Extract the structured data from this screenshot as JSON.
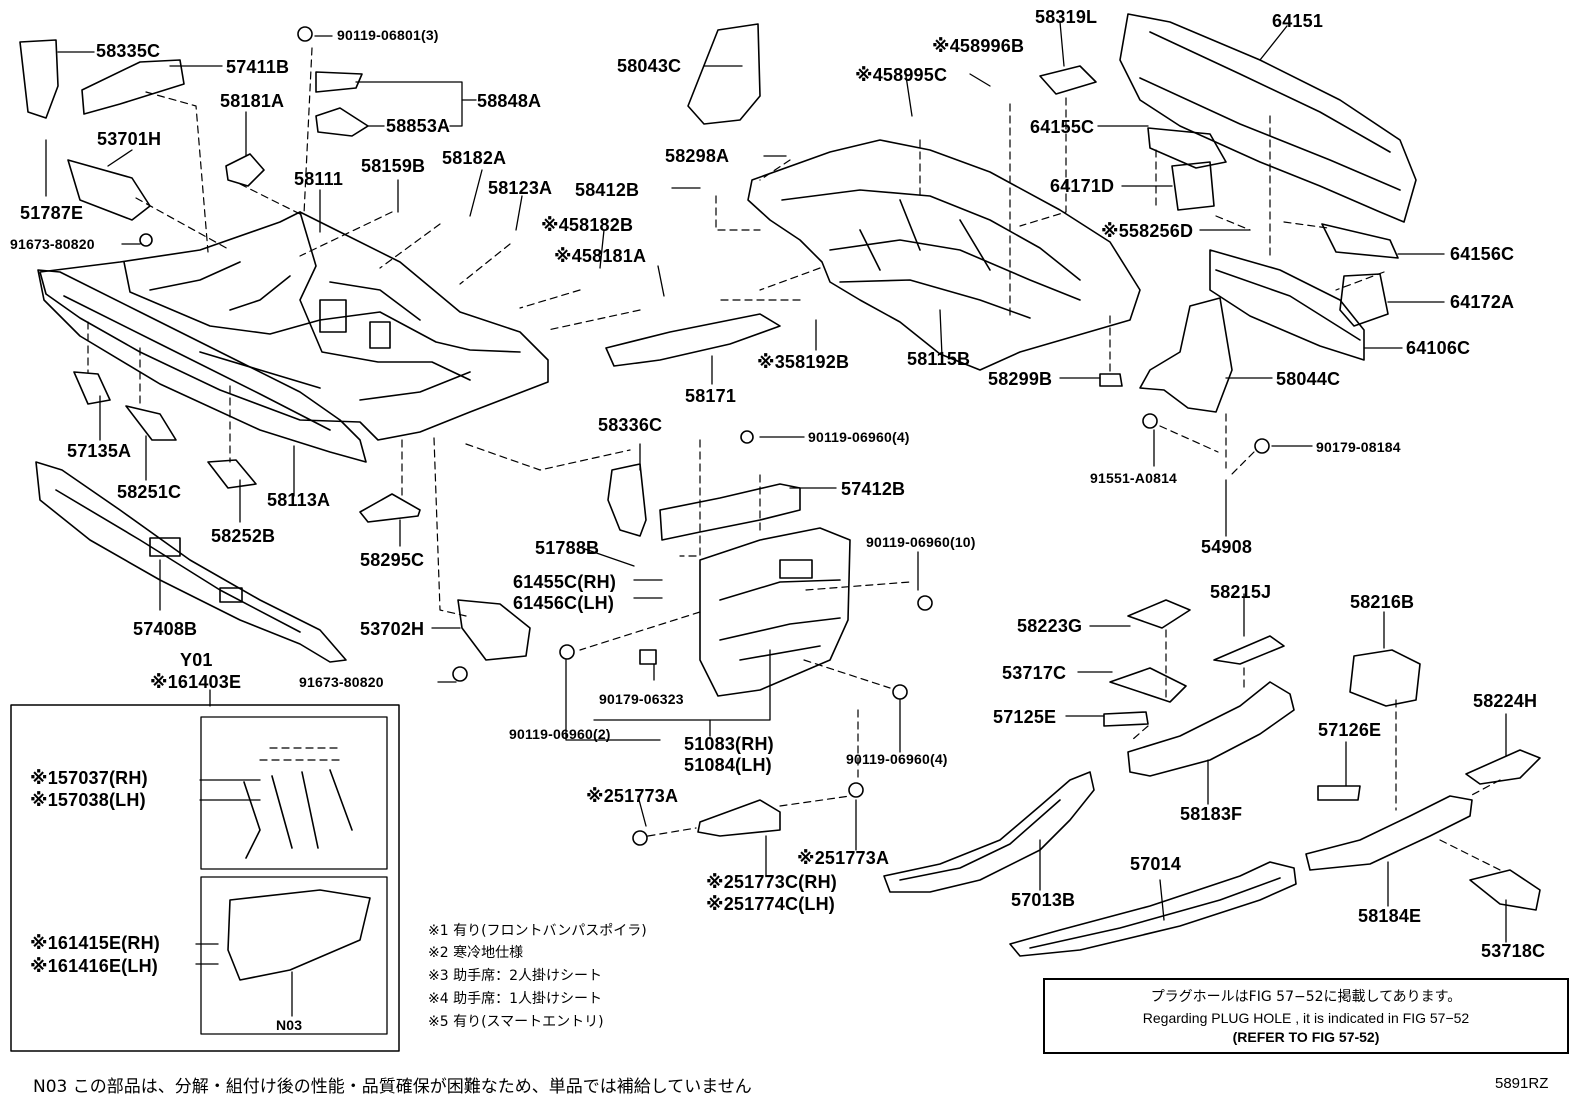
{
  "parts": [
    {
      "id": "p1",
      "text": "58335C"
    },
    {
      "id": "p2",
      "text": "57411B"
    },
    {
      "id": "p3",
      "text": "90119-06801(3)"
    },
    {
      "id": "p4",
      "text": "58043C"
    },
    {
      "id": "p5",
      "text": "58996B",
      "mark": "※4"
    },
    {
      "id": "p6",
      "text": "58319L"
    },
    {
      "id": "p7",
      "text": "64151"
    },
    {
      "id": "p8",
      "text": "58848A"
    },
    {
      "id": "p9",
      "text": "58181A"
    },
    {
      "id": "p10",
      "text": "58995C",
      "mark": "※4"
    },
    {
      "id": "p11",
      "text": "58853A"
    },
    {
      "id": "p12",
      "text": "53701H"
    },
    {
      "id": "p13",
      "text": "64155C"
    },
    {
      "id": "p14",
      "text": "58298A"
    },
    {
      "id": "p15",
      "text": "58159B"
    },
    {
      "id": "p16",
      "text": "58182A"
    },
    {
      "id": "p17",
      "text": "58111"
    },
    {
      "id": "p18",
      "text": "58123A"
    },
    {
      "id": "p19",
      "text": "58412B"
    },
    {
      "id": "p20",
      "text": "64171D"
    },
    {
      "id": "p21",
      "text": "51787E"
    },
    {
      "id": "p22",
      "text": "58182B",
      "mark": "※4"
    },
    {
      "id": "p23",
      "text": "58256D",
      "mark": "※5"
    },
    {
      "id": "p24",
      "text": "91673-80820"
    },
    {
      "id": "p25",
      "text": "58181A",
      "mark": "※4"
    },
    {
      "id": "p26",
      "text": "64156C"
    },
    {
      "id": "p27",
      "text": "64172A"
    },
    {
      "id": "p28",
      "text": "64106C"
    },
    {
      "id": "p29",
      "text": "58192B",
      "mark": "※3"
    },
    {
      "id": "p30",
      "text": "58115B"
    },
    {
      "id": "p31",
      "text": "58044C"
    },
    {
      "id": "p32",
      "text": "58299B"
    },
    {
      "id": "p33",
      "text": "58171"
    },
    {
      "id": "p34",
      "text": "57135A"
    },
    {
      "id": "p35",
      "text": "58336C"
    },
    {
      "id": "p36",
      "text": "90119-06960(4)"
    },
    {
      "id": "p37",
      "text": "90179-08184"
    },
    {
      "id": "p38",
      "text": "91551-A0814"
    },
    {
      "id": "p39",
      "text": "58251C"
    },
    {
      "id": "p40",
      "text": "58113A"
    },
    {
      "id": "p41",
      "text": "57412B"
    },
    {
      "id": "p42",
      "text": "54908"
    },
    {
      "id": "p43",
      "text": "58252B"
    },
    {
      "id": "p44",
      "text": "51788B"
    },
    {
      "id": "p45",
      "text": "90119-06960(10)"
    },
    {
      "id": "p46",
      "text": "58295C"
    },
    {
      "id": "p47",
      "text": "61455C(RH)"
    },
    {
      "id": "p48",
      "text": "61456C(LH)"
    },
    {
      "id": "p49",
      "text": "58215J"
    },
    {
      "id": "p50",
      "text": "58216B"
    },
    {
      "id": "p51",
      "text": "57408B"
    },
    {
      "id": "p52",
      "text": "53702H"
    },
    {
      "id": "p53",
      "text": "58223G"
    },
    {
      "id": "p54",
      "text": "Y01"
    },
    {
      "id": "p55",
      "text": "61403E",
      "mark": "※1"
    },
    {
      "id": "p56",
      "text": "91673-80820"
    },
    {
      "id": "p57",
      "text": "90179-06323"
    },
    {
      "id": "p58",
      "text": "53717C"
    },
    {
      "id": "p59",
      "text": "58224H"
    },
    {
      "id": "p60",
      "text": "57125E"
    },
    {
      "id": "p61",
      "text": "57126E"
    },
    {
      "id": "p62",
      "text": "90119-06960(2)"
    },
    {
      "id": "p63",
      "text": "51083(RH)"
    },
    {
      "id": "p64",
      "text": "51084(LH)"
    },
    {
      "id": "p65",
      "text": "90119-06960(4)"
    },
    {
      "id": "p66",
      "text": "57037(RH)",
      "mark": "※1"
    },
    {
      "id": "p67",
      "text": "57038(LH)",
      "mark": "※1"
    },
    {
      "id": "p68",
      "text": "51773A",
      "mark": "※2"
    },
    {
      "id": "p69",
      "text": "58183F"
    },
    {
      "id": "p70",
      "text": "51773A",
      "mark": "※2"
    },
    {
      "id": "p71",
      "text": "57014"
    },
    {
      "id": "p72",
      "text": "51773C(RH)",
      "mark": "※2"
    },
    {
      "id": "p73",
      "text": "51774C(LH)",
      "mark": "※2"
    },
    {
      "id": "p74",
      "text": "57013B"
    },
    {
      "id": "p75",
      "text": "58184E"
    },
    {
      "id": "p76",
      "text": "53718C"
    },
    {
      "id": "p77",
      "text": "61415E(RH)",
      "mark": "※1"
    },
    {
      "id": "p78",
      "text": "61416E(LH)",
      "mark": "※1"
    },
    {
      "id": "p79",
      "text": "N03"
    }
  ],
  "notes": [
    {
      "mark": "※1",
      "text": "有り(フロントバンパスポイラ)"
    },
    {
      "mark": "※2",
      "text": "寒冷地仕様"
    },
    {
      "mark": "※3",
      "text": "助手席：2人掛けシート"
    },
    {
      "mark": "※4",
      "text": "助手席：1人掛けシート"
    },
    {
      "mark": "※5",
      "text": "有り(スマートエントリ)"
    }
  ],
  "plug_hole": {
    "jp": "プラグホールはFIG 57−52に掲載してあります。",
    "en": "Regarding PLUG HOLE , it is indicated in FIG 57−52",
    "ref": "(REFER TO FIG 57-52)"
  },
  "footer": "N03 この部品は、分解・組付け後の性能・品質確保が困難なため、単品では補給していません",
  "figure_code": "5891RZ"
}
